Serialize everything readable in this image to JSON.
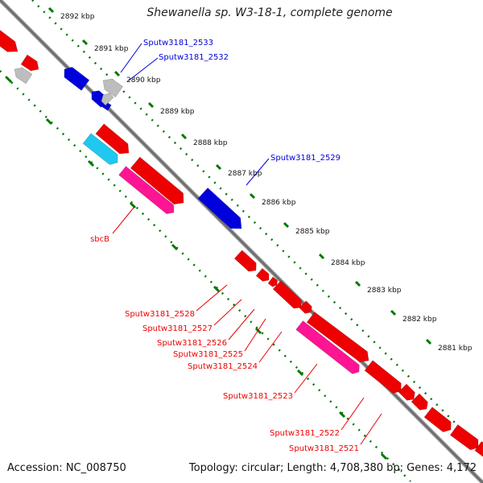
{
  "title": "Shewanella sp. W3-18-1, complete genome",
  "footer": {
    "accession": "Accession: NC_008750",
    "summary": "Topology: circular; Length: 4,708,380 bp; Genes: 4,172"
  },
  "colors": {
    "forward_strand": "#ee0000",
    "reverse_strand": "#0000dd",
    "rna": "#ff1493",
    "light_blue": "#1ec8f0",
    "other": "#bdbdbd",
    "tick": "#007700",
    "backbone": "#777777"
  },
  "ticks": [
    {
      "label": "2892 kbp"
    },
    {
      "label": "2891 kbp"
    },
    {
      "label": "2890 kbp"
    },
    {
      "label": "2889 kbp"
    },
    {
      "label": "2888 kbp"
    },
    {
      "label": "2887 kbp"
    },
    {
      "label": "2886 kbp"
    },
    {
      "label": "2885 kbp"
    },
    {
      "label": "2884 kbp"
    },
    {
      "label": "2883 kbp"
    },
    {
      "label": "2882 kbp"
    },
    {
      "label": "2881 kbp"
    }
  ],
  "gene_labels": [
    {
      "text": "Sputw3181_2533",
      "strand": "reverse"
    },
    {
      "text": "Sputw3181_2532",
      "strand": "reverse"
    },
    {
      "text": "Sputw3181_2529",
      "strand": "reverse"
    },
    {
      "text": "sbcB",
      "strand": "forward"
    },
    {
      "text": "Sputw3181_2528",
      "strand": "forward"
    },
    {
      "text": "Sputw3181_2527",
      "strand": "forward"
    },
    {
      "text": "Sputw3181_2526",
      "strand": "forward"
    },
    {
      "text": "Sputw3181_2525",
      "strand": "forward"
    },
    {
      "text": "Sputw3181_2524",
      "strand": "forward"
    },
    {
      "text": "Sputw3181_2523",
      "strand": "forward"
    },
    {
      "text": "Sputw3181_2522",
      "strand": "forward"
    },
    {
      "text": "Sputw3181_2521",
      "strand": "forward"
    }
  ]
}
